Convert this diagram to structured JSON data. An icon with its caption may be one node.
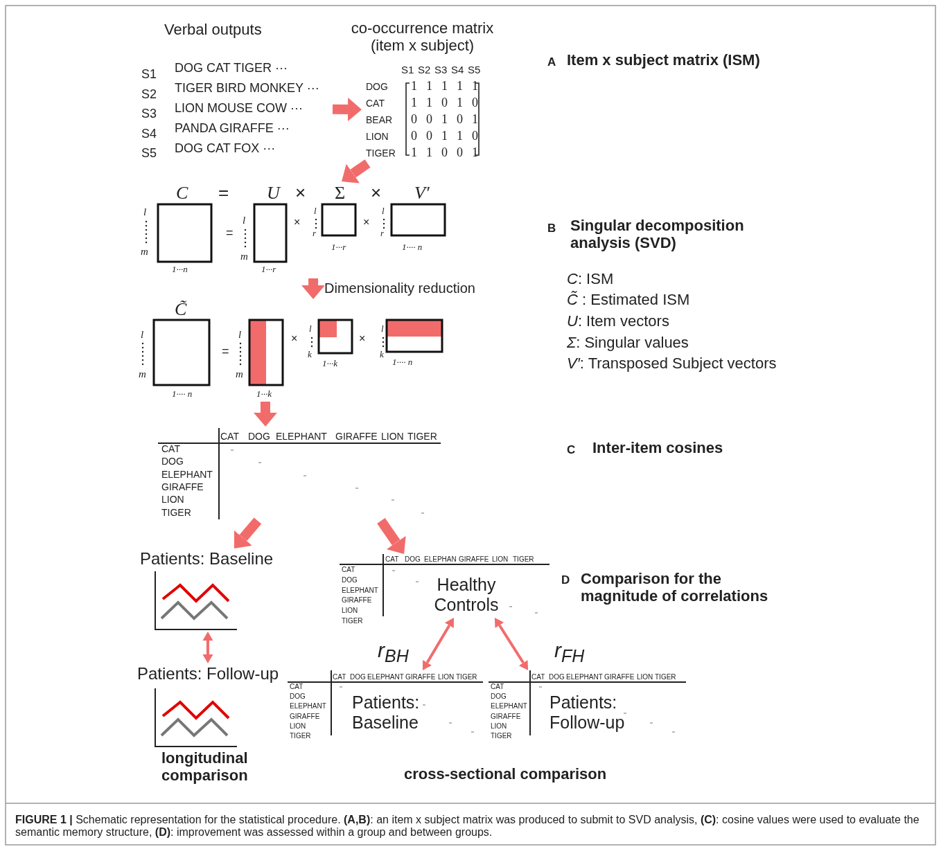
{
  "diagram": {
    "caption": "**FIGURE 1 |** Schematic representation for the statistical procedure. **(A,B)**: an item x subject matrix was produced to submit to SVD analysis, **(C)**: cosine values were used to evaluate the semantic memory structure, **(D)**: improvement was assessed within a group and between groups.",
    "nodes": [
      {
        "text": [
          "Verbal outputs",
          "S1",
          "DOG CAT TIGER ···",
          "S2",
          "TIGER BIRD MONKEY ···",
          "S3",
          "LION MOUSE COW ···",
          "S4",
          "PANDA GIRAFFE ···",
          "S5",
          "DOG CAT FOX ···"
        ]
      },
      {
        "text": [
          "co-occurrence matrix (item x subject)",
          "S1",
          "S2",
          "S3",
          "S4",
          "S5",
          "DOG",
          "CAT",
          "BEAR",
          "LION",
          "TIGER",
          "1",
          "1",
          "1",
          "1",
          "1",
          "1",
          "1",
          "0",
          "1",
          "0",
          "0",
          "0",
          "1",
          "0",
          "1",
          "0",
          "0",
          "1",
          "1",
          "0",
          "1",
          "1",
          "0",
          "0",
          "1"
        ]
      },
      {
        "text": [
          "C",
          "=",
          "U",
          "×",
          "Σ",
          "×",
          "V′",
          "l",
          "m",
          "1···n",
          "=",
          "l",
          "m",
          "1···r",
          "×",
          "l",
          "r",
          "1···r",
          "×",
          "l",
          "r",
          "1···· n"
        ]
      },
      {
        "text": [
          "C̃",
          "l",
          "m",
          "1···· n",
          "=",
          "l",
          "m",
          "1···k",
          "×",
          "l",
          "k",
          "1···k",
          "×",
          "l",
          "k",
          "1···· n"
        ]
      },
      {
        "text": [
          "CAT",
          "DOG",
          "ELEPHANT",
          "GIRAFFE",
          "LION",
          "TIGER",
          "CAT",
          "DOG",
          "ELEPHANT",
          "GIRAFFE",
          "LION",
          "TIGER"
        ]
      },
      {
        "text": [
          "Patients: Baseline"
        ]
      },
      {
        "text": [
          "Patients: Follow-up"
        ]
      },
      {
        "text": [
          "CAT",
          "DOG",
          "ELEPHAN",
          "GIRAFFE",
          "LION",
          "TIGER",
          "CAT",
          "DOG",
          "ELEPHANT",
          "GIRAFFE",
          "LION",
          "TIGER",
          "Healthy Controls"
        ]
      },
      {
        "text": [
          "CAT",
          "DOG",
          "ELEPHANT",
          "GIRAFFE",
          "LION",
          "TIGER",
          "CAT",
          "DOG",
          "ELEPHANT",
          "GIRAFFE",
          "LION",
          "TIGER",
          "Patients: Baseline"
        ]
      },
      {
        "text": [
          "CAT",
          "DOG",
          "ELEPHANT",
          "GIRAFFE",
          "LION",
          "TIGER",
          "CAT",
          "DOG",
          "ELEPHANT",
          "GIRAFFE",
          "LION",
          "TIGER",
          "Patients: Follow-up"
        ]
      }
    ],
    "edges": [
      {
        "from": 0,
        "to": 1,
        "arrow": "to"
      },
      {
        "from": 1,
        "to": 2,
        "arrow": "to"
      },
      {
        "from": 2,
        "to": 3,
        "arrow": "to",
        "label": "Dimensionality reduction"
      },
      {
        "from": 3,
        "to": 4,
        "arrow": "to"
      },
      {
        "from": 4,
        "to": 5,
        "arrow": "to"
      },
      {
        "from": 4,
        "to": 7,
        "arrow": "to"
      },
      {
        "from": 5,
        "to": 6,
        "arrow": "both"
      },
      {
        "from": 7,
        "to": 8,
        "arrow": "both",
        "label": "r$_{BH}$"
      },
      {
        "from": 7,
        "to": 9,
        "arrow": "both",
        "label": "r$_{FH}$"
      }
    ],
    "labels": [
      "A",
      "Item x subject matrix (ISM)",
      "B",
      "Singular decomposition analysis (SVD)",
      "*C*: ISM",
      "*C̃* : Estimated ISM",
      "*U*: Item vectors",
      "*Σ*: Singular values",
      "*V′*: Transposed Subject vectors",
      "C",
      "Inter-item cosines",
      "D",
      "Comparison for the magnitude of correlations",
      "longitudinal comparison",
      "cross-sectional comparison"
    ]
  }
}
